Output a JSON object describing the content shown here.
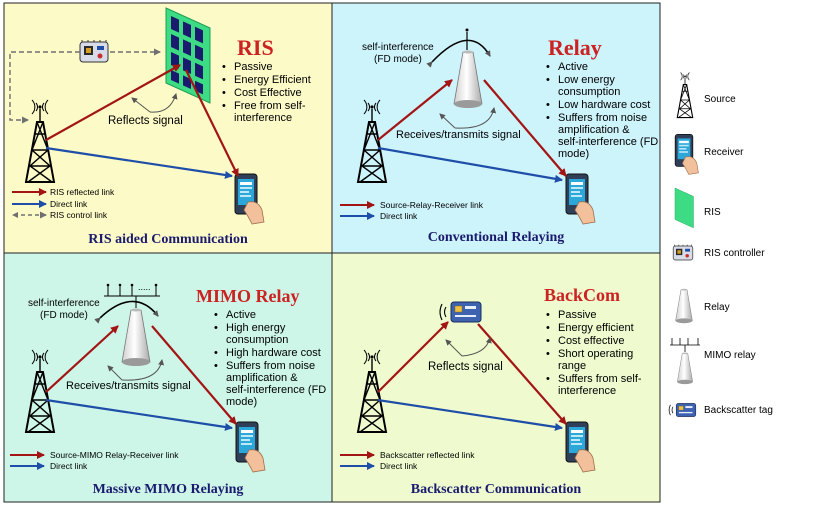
{
  "panels": [
    {
      "title": "RIS",
      "bullets": [
        "Passive",
        "Energy Efficient",
        "Cost Effective",
        "Free from self-",
        "interference"
      ],
      "annotation": "Reflects signal",
      "legend": [
        "RIS reflected link",
        "Direct link",
        "RIS control link"
      ],
      "caption": "RIS aided Communication"
    },
    {
      "title": "Relay",
      "bullets": [
        "Active",
        "Low energy",
        "consumption",
        "Low hardware cost",
        "Suffers from noise",
        "amplification &",
        "self-interference (FD",
        "mode)"
      ],
      "annotation": "Receives/transmits signal",
      "self_interference": [
        "self-interference",
        "(FD mode)"
      ],
      "legend": [
        "Source-Relay-Receiver link",
        "Direct link"
      ],
      "caption": "Conventional Relaying"
    },
    {
      "title": "MIMO Relay",
      "bullets": [
        "Active",
        "High energy",
        "consumption",
        "High hardware cost",
        "Suffers from noise",
        "amplification &",
        "self-interference (FD",
        "mode)"
      ],
      "annotation": "Receives/transmits signal",
      "self_interference": [
        "self-interference",
        "(FD mode)"
      ],
      "legend": [
        "Source-MIMO Relay-Receiver link",
        "Direct link"
      ],
      "caption": "Massive MIMO Relaying"
    },
    {
      "title": "BackCom",
      "bullets": [
        "Passive",
        "Energy efficient",
        "Cost effective",
        "Short operating",
        "range",
        "Suffers from self-",
        "interference"
      ],
      "annotation": "Reflects signal",
      "legend": [
        "Backscatter reflected link",
        "Direct link"
      ],
      "caption": "Backscatter Communication"
    }
  ],
  "side_legend": [
    "Source",
    "Receiver",
    "RIS",
    "RIS controller",
    "Relay",
    "MIMO relay",
    "Backscatter tag"
  ],
  "colors": {
    "panel_ris": "#fcfbc8",
    "panel_relay": "#cdf3fb",
    "panel_mimo": "#cdf6e8",
    "panel_backcom": "#effbcf",
    "reflected_link": "#a31515",
    "direct_link": "#1f4ea8",
    "control_link": "#707070",
    "title_red": "#e03030",
    "caption_navy": "#1a1a6e",
    "ris_green": "#3ddc84"
  }
}
